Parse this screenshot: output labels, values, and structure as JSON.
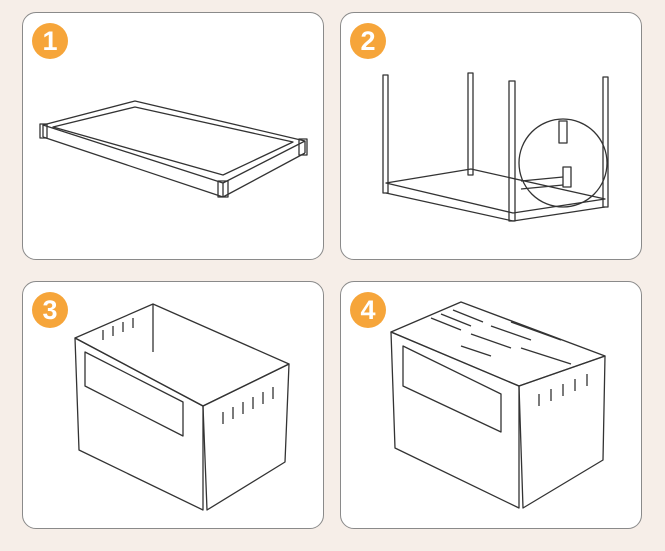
{
  "steps": [
    {
      "number": "1"
    },
    {
      "number": "2"
    },
    {
      "number": "3"
    },
    {
      "number": "4"
    }
  ],
  "colors": {
    "badge": "#f6a53a",
    "background": "#f6eee8"
  }
}
